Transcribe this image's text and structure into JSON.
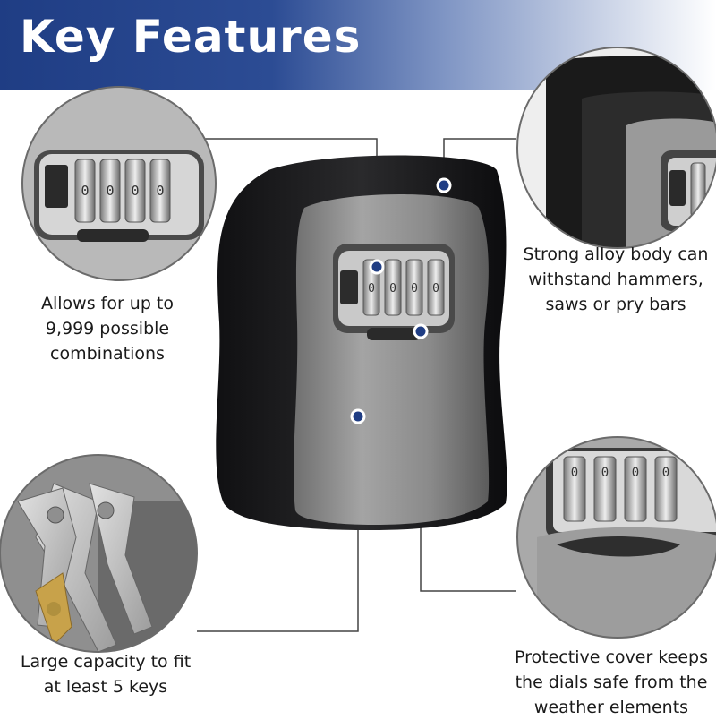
{
  "header": {
    "title": "Key Features"
  },
  "features": {
    "combinations": {
      "line1": "Allows for up to",
      "line2": "9,999 possible",
      "line3": "combinations"
    },
    "alloy_body": {
      "line1": "Strong alloy body can",
      "line2": "withstand hammers,",
      "line3": "saws or pry bars"
    },
    "capacity": {
      "line1": "Large capacity to fit",
      "line2": "at least 5 keys"
    },
    "cover": {
      "line1": "Protective cover keeps",
      "line2": "the dials safe from the",
      "line3": "weather elements"
    }
  },
  "product": {
    "dial_digits": [
      "0",
      "0",
      "0",
      "0"
    ],
    "colors": {
      "shell": "#1c1c1e",
      "face": "#8e8e8e",
      "callout_line": "#444444",
      "banner": "#1f3d84"
    }
  }
}
